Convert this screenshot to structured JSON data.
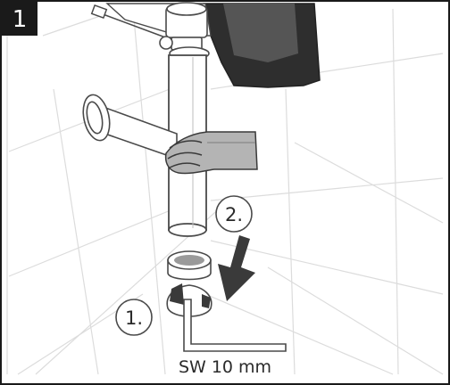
{
  "step": {
    "number": "1"
  },
  "callouts": {
    "step_one": "1.",
    "step_two": "2."
  },
  "tool": {
    "size_label": "SW 10 mm"
  },
  "icons": {
    "arrow": "down-arrow-icon",
    "rotate": "rotate-arrow-icon"
  },
  "colors": {
    "badge": "#1a1a1a",
    "badge_text": "#ffffff",
    "line": "#4a4a4a",
    "glove": "#b4b4b4",
    "arrow": "#3a3a3a",
    "grout": "#dcdcdc"
  }
}
